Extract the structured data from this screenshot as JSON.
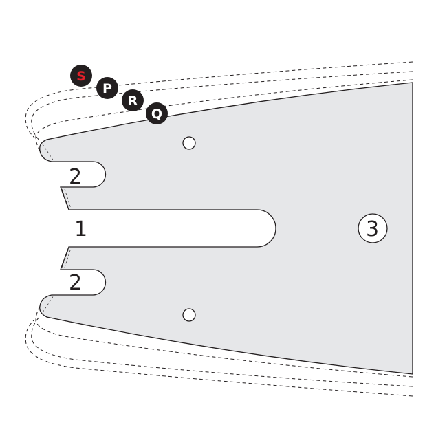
{
  "diagram": {
    "labels": {
      "slot_main": "1",
      "notch_upper": "2",
      "notch_lower": "2",
      "hole_center": "3"
    },
    "badges": [
      {
        "letter": "S",
        "text_color": "#e4202a"
      },
      {
        "letter": "P",
        "text_color": "#ffffff"
      },
      {
        "letter": "R",
        "text_color": "#ffffff"
      },
      {
        "letter": "Q",
        "text_color": "#ffffff"
      }
    ],
    "colors": {
      "bar_fill": "#e6e7e9",
      "outline": "#231f20",
      "badge_bg": "#231f20"
    }
  }
}
